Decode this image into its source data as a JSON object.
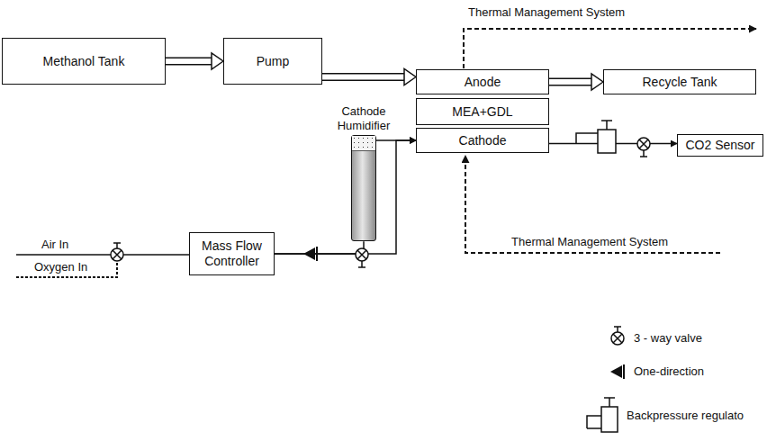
{
  "diagram": {
    "nodes": [
      {
        "text": [
          "Methanol Tank"
        ]
      },
      {
        "text": [
          "Pump"
        ]
      },
      {
        "text": [
          "Anode"
        ]
      },
      {
        "text": [
          "Recycle Tank"
        ]
      },
      {
        "text": [
          "MEA+GDL"
        ]
      },
      {
        "text": [
          "Cathode Humidifier"
        ]
      },
      {
        "text": [
          "Cathode"
        ]
      },
      {
        "text": [
          "CO2 Sensor"
        ]
      },
      {
        "text": [
          "Mass Flow Controller"
        ]
      }
    ],
    "edges": [
      {
        "from": 0,
        "to": 1,
        "arrow": "to"
      },
      {
        "from": 1,
        "to": 2,
        "arrow": "to"
      },
      {
        "from": 2,
        "to": 3,
        "arrow": "to"
      },
      {
        "from": 8,
        "to": 5,
        "arrow": "none"
      },
      {
        "from": 5,
        "to": 6,
        "arrow": "to"
      },
      {
        "from": 8,
        "to": 6,
        "arrow": "to"
      },
      {
        "from": 6,
        "to": 7,
        "arrow": "to"
      }
    ],
    "labels": [
      "Thermal Management System",
      "Thermal Management System",
      "Air In",
      "Oxygen In"
    ],
    "legend": [
      {
        "text": "3 - way valve"
      },
      {
        "text": "One-direction"
      },
      {
        "text": "Backpressure regulato"
      }
    ]
  }
}
